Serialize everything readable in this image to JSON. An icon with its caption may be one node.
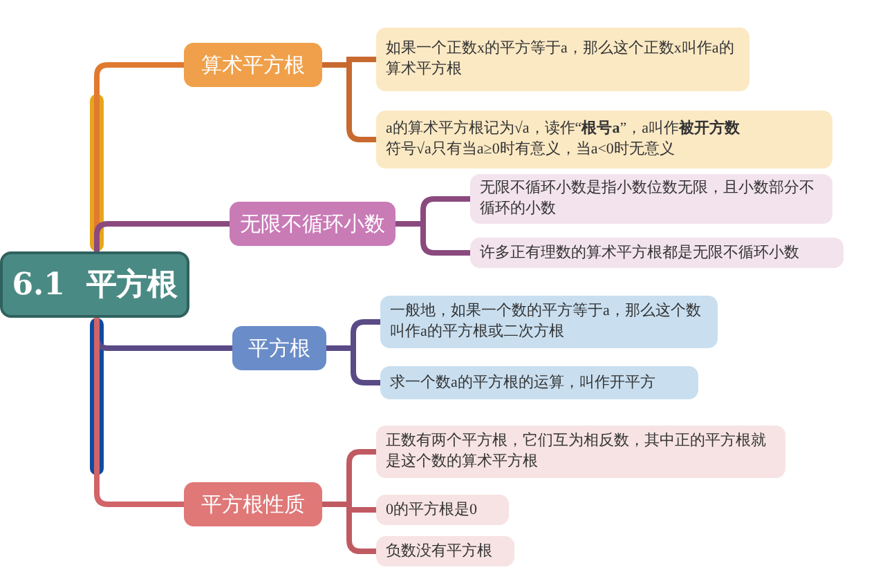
{
  "diagram": {
    "nodes": [
      {
        "text": [
          "6.1  平方根"
        ]
      },
      {
        "text": [
          "算术平方根"
        ]
      },
      {
        "text": [
          "如果一个正数x的平方等于a，那么这个正数x叫作a的算术平方根"
        ]
      },
      {
        "text": [
          "a的算术平方根记为√a，读作“**根号a**”，a叫作**被开方数**",
          "符号√a只有当a≥0时有意义，当a<0时无意义"
        ]
      },
      {
        "text": [
          "无限不循环小数"
        ]
      },
      {
        "text": [
          "无限不循环小数是指小数位数无限，且小数部分不循环的小数"
        ]
      },
      {
        "text": [
          "许多正有理数的算术平方根都是无限不循环小数"
        ]
      },
      {
        "text": [
          "平方根"
        ]
      },
      {
        "text": [
          "一般地，如果一个数的平方等于a，那么这个数叫作a的平方根或二次方根"
        ]
      },
      {
        "text": [
          "求一个数a的平方根的运算，叫作开平方"
        ]
      },
      {
        "text": [
          "平方根性质"
        ]
      },
      {
        "text": [
          "正数有两个平方根，它们互为相反数，其中正的平方根就是这个数的算术平方根"
        ]
      },
      {
        "text": [
          "0的平方根是0"
        ]
      },
      {
        "text": [
          "负数没有平方根"
        ]
      }
    ],
    "edges": [
      {
        "from": 0,
        "to": 1,
        "arrow": "none",
        "color": "#e07a30"
      },
      {
        "from": 0,
        "to": 4,
        "arrow": "none",
        "color": "#8a4a7e"
      },
      {
        "from": 0,
        "to": 7,
        "arrow": "none",
        "color": "#5a4a86"
      },
      {
        "from": 0,
        "to": 10,
        "arrow": "none",
        "color": "#d06468"
      },
      {
        "from": 1,
        "to": 2,
        "arrow": "none",
        "color": "#c86a30"
      },
      {
        "from": 1,
        "to": 3,
        "arrow": "none",
        "color": "#c86a30"
      },
      {
        "from": 4,
        "to": 5,
        "arrow": "none",
        "color": "#8a4a7e"
      },
      {
        "from": 4,
        "to": 6,
        "arrow": "none",
        "color": "#8a4a7e"
      },
      {
        "from": 7,
        "to": 8,
        "arrow": "none",
        "color": "#5a4a86"
      },
      {
        "from": 7,
        "to": 9,
        "arrow": "none",
        "color": "#5a4a86"
      },
      {
        "from": 10,
        "to": 11,
        "arrow": "none",
        "color": "#c05a62"
      },
      {
        "from": 10,
        "to": 12,
        "arrow": "none",
        "color": "#c05a62"
      },
      {
        "from": 10,
        "to": 13,
        "arrow": "none",
        "color": "#c05a62"
      }
    ]
  }
}
